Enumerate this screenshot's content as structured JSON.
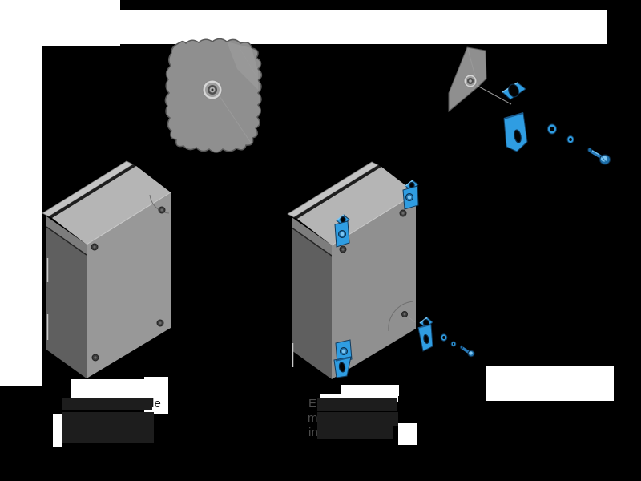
{
  "canvas": {
    "background": "#000000",
    "surface": "#ffffff"
  },
  "captions": {
    "left": {
      "line1_suffix": "le"
    },
    "right": {
      "line1_prefix": "E",
      "line2_prefix": "m",
      "line3_prefix": "in"
    }
  },
  "figures": {
    "left_enclosure": "plain sheet-metal enclosure, isometric view",
    "hole_detail_callout": "zoomed detail blob of flange hole with grommet",
    "flange_corner_detail": "flange corner plate with grommet hole",
    "bracket_hardware_exploded": "blue mounting bracket, two washers, hex bolt",
    "right_enclosure": "enclosure with blue mounting brackets installed",
    "small_bracket_exploded": "blue bracket, washers and bolt at lower corner"
  },
  "colors": {
    "canvas_bg": "#000000",
    "surface": "#ffffff",
    "enclosure_top": "#b5b5b5",
    "enclosure_front": "#989898",
    "enclosure_front_right": "#909090",
    "enclosure_side": "#5f5f5f",
    "enclosure_lid_strip": "#7d7d7d",
    "flange_strip": "#c4c4c4",
    "seam": "#1e1e1e",
    "outline": "#565656",
    "detail_plate": "#8f8f8f",
    "bracket_blue": "#2f9de2",
    "bracket_blue_light": "#7cc5f1",
    "bracket_blue_dark": "#123c5e",
    "bolt_blue_mid": "#1d6ea8",
    "grommet_light": "#d6d6d6",
    "grommet_mid": "#9e9e9e",
    "grommet_dark": "#4f4f4f",
    "screw": "#3c3c3c",
    "redaction": "#1d1d1d",
    "ghost_text": "#4c4c4c",
    "caption_text": "#121212"
  }
}
